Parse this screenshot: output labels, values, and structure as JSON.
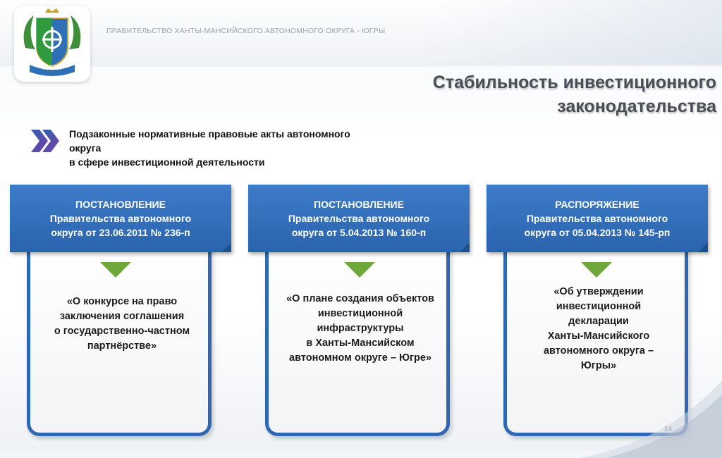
{
  "header": {
    "gov_title": "ПРАВИТЕЛЬСТВО ХАНТЫ-МАНСИЙСКОГО АВТОНОМНОГО ОКРУГА - ЮГРЫ",
    "emblem_text": "ЮГРА"
  },
  "title": {
    "line1": "Стабильность инвестиционного",
    "line2": "законодательства"
  },
  "subtitle": {
    "line1": "Подзаконные нормативные правовые акты автономного округа",
    "line2": "в сфере инвестиционной  деятельности"
  },
  "cards": [
    {
      "head": [
        "ПОСТАНОВЛЕНИЕ",
        "Правительства автономного",
        "округа от 23.06.2011 № 236-п"
      ],
      "body": [
        "«О конкурсе на право",
        "заключения соглашения",
        "о государственно-частном",
        "партнёрстве»"
      ]
    },
    {
      "head": [
        "ПОСТАНОВЛЕНИЕ",
        "Правительства автономного",
        "округа от 5.04.2013 № 160-п"
      ],
      "body": [
        "«О плане создания объектов",
        "инвестиционной",
        "инфраструктуры",
        "в Ханты-Мансийском",
        "автономном округе – Югре»"
      ]
    },
    {
      "head": [
        "РАСПОРЯЖЕНИЕ",
        "Правительства автономного",
        "округа от 05.04.2013 № 145-рп"
      ],
      "body": [
        "«Об утверждении",
        "инвестиционной",
        "декларации",
        "Ханты-Мансийского",
        "автономного округа –",
        "Югры»"
      ]
    }
  ],
  "page_number": "14",
  "colors": {
    "card_blue": "#2f67b2",
    "triangle_green": "#6fa83a",
    "arrow_blue": "#2b5fad",
    "arrow_purple": "#7a3ea8"
  }
}
